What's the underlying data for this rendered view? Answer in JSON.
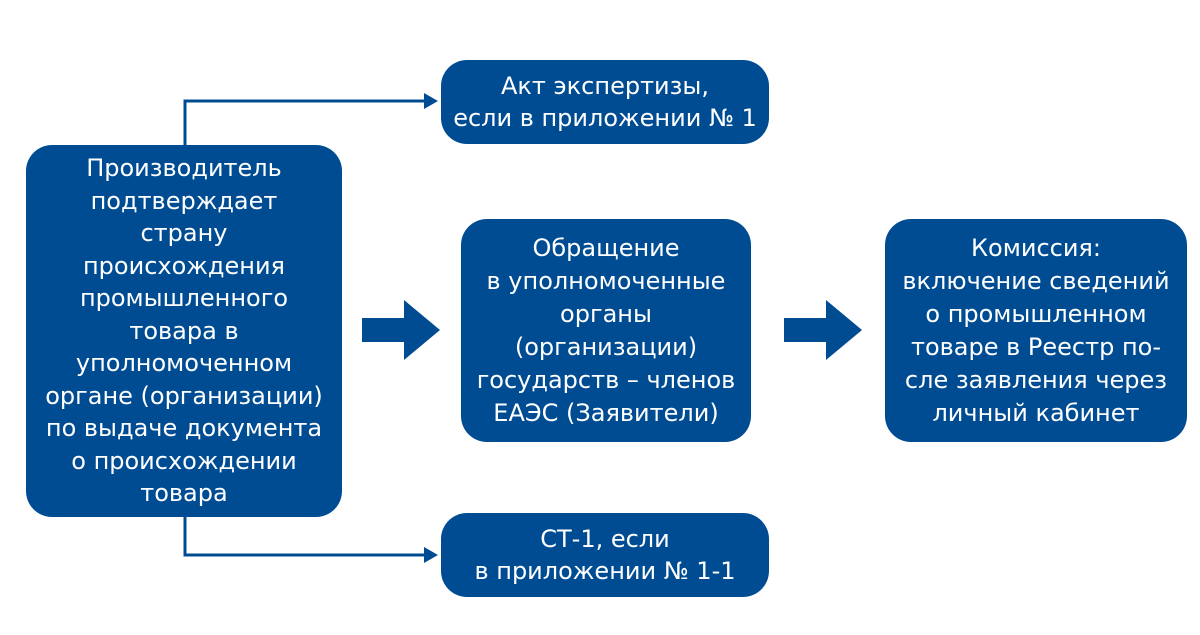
{
  "diagram": {
    "nodes": {
      "producer": "Производитель\nподтверждает\nстрану\nпроисхождения\nпромышленного\nтовара в\nуполномоченном\nоргане (организации)\nпо выдаче документа\nо происхождении\nтовара",
      "expertise": "Акт экспертизы,\nесли в приложении № 1",
      "appeal": "Обращение\nв уполномоченные\nорганы\n(организации)\nгосударств – членов\nЕАЭС (Заявители)",
      "commission": "Комиссия:\nвключение сведений\nо промышленном\nтоваре в Реестр по-\nсле заявления через\nличный кабинет",
      "st1": "СТ-1, если\nв приложении № 1-1"
    },
    "edges": [
      {
        "from": "producer",
        "to": "expertise",
        "style": "thin-arrow"
      },
      {
        "from": "producer",
        "to": "st1",
        "style": "thin-arrow"
      },
      {
        "from": "producer",
        "to": "appeal",
        "style": "block-arrow"
      },
      {
        "from": "appeal",
        "to": "commission",
        "style": "block-arrow"
      }
    ],
    "colors": {
      "box_fill": "#004c93",
      "text": "#ffffff",
      "arrow": "#004c93"
    }
  }
}
